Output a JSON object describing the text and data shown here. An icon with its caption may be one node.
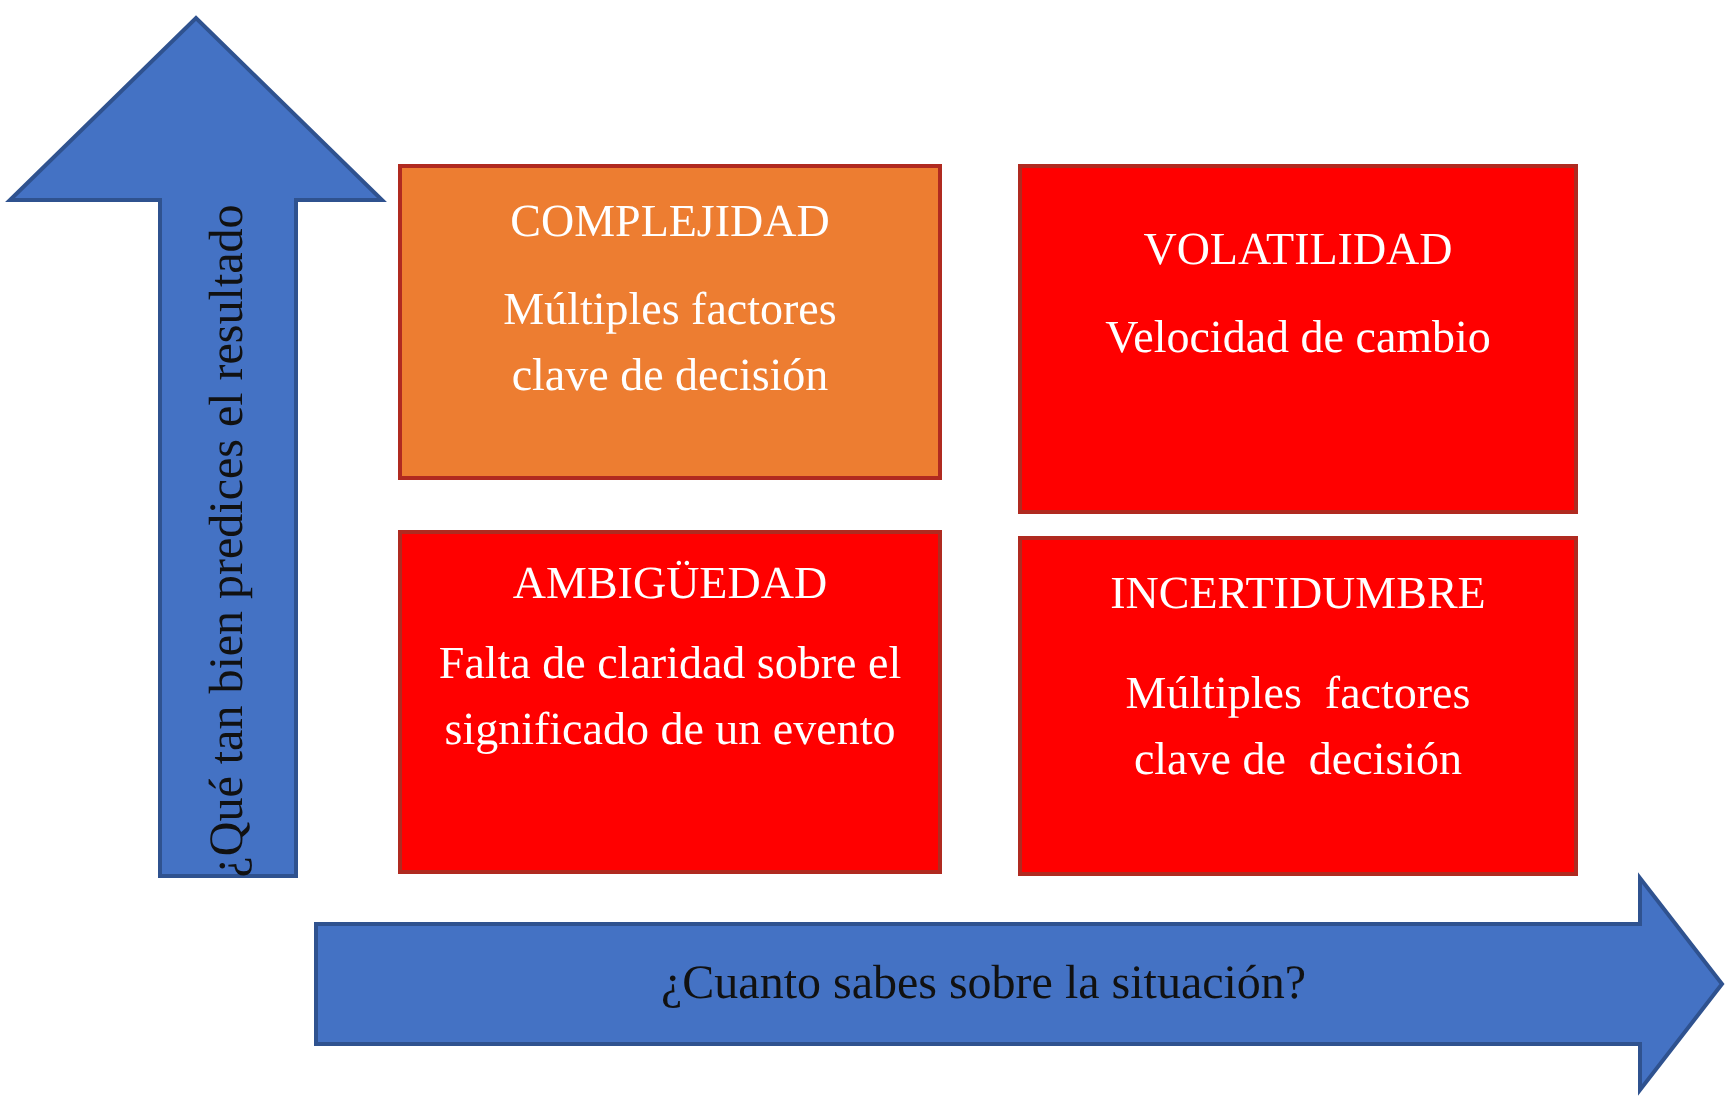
{
  "diagram": {
    "nodes": [
      {
        "text": [
          "¿Qué tan bien predices el resultado"
        ]
      },
      {
        "text": [
          "COMPLEJIDAD",
          "Múltiples factores clave de decisión"
        ]
      },
      {
        "text": [
          "VOLATILIDAD",
          "Velocidad de cambio"
        ]
      },
      {
        "text": [
          "AMBIGÜEDAD",
          "Falta de claridad sobre el significado de un evento"
        ]
      },
      {
        "text": [
          "INCERTIDUMBRE",
          "Múltiples  factores clave de  decisión"
        ]
      },
      {
        "text": [
          "¿Cuanto sabes sobre la situación?"
        ]
      }
    ]
  }
}
